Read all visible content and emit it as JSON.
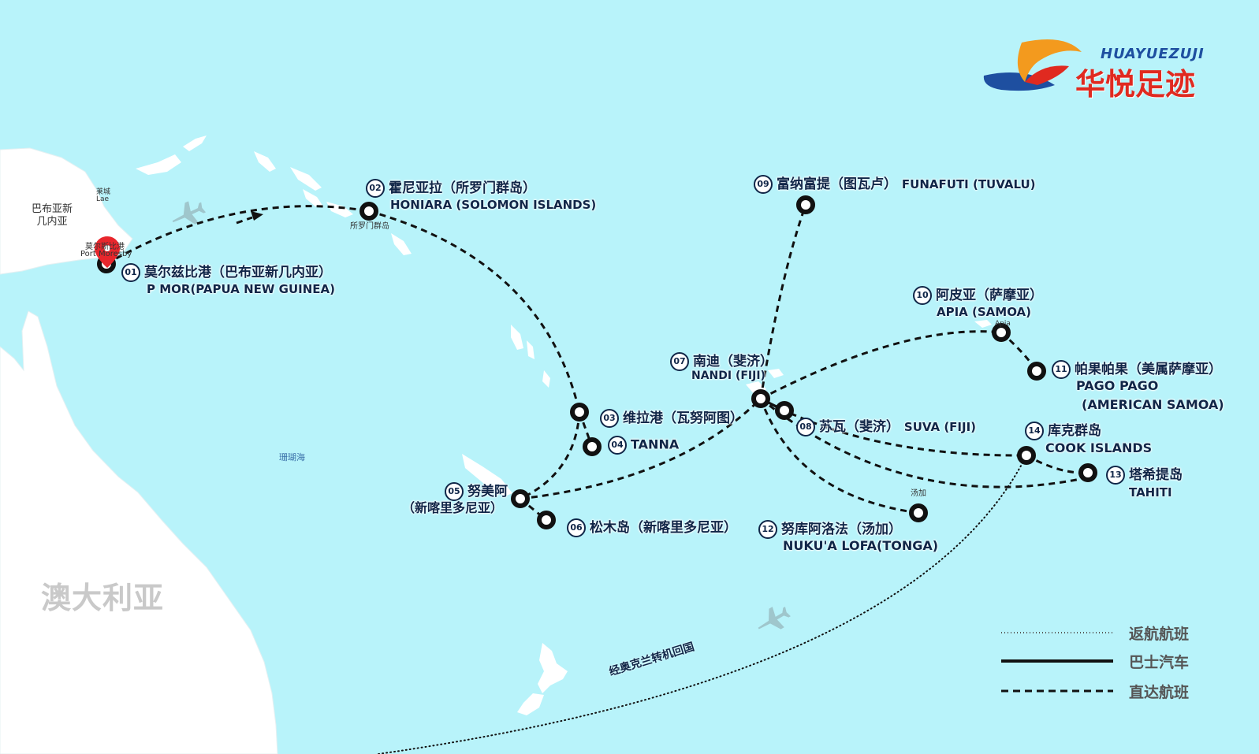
{
  "logo": {
    "en": "HUAYUEZUJI",
    "zh": "华悦足迹",
    "colors": {
      "orange": "#f39a1e",
      "blue": "#1e4fa0",
      "red": "#e02a20"
    }
  },
  "colors": {
    "sea": "#b8f3fa",
    "land": "#ffffff",
    "route": "#111111",
    "label": "#102648",
    "pin": "#e8262c"
  },
  "map_labels": {
    "png": "巴布亚新\n几内亚",
    "lae_zh": "莱城",
    "lae_en": "Lae",
    "pm_zh": "莫尔斯比港",
    "pm_en": "Port Moresby",
    "coral_sea": "珊瑚海",
    "solomon_zh": "所罗门群岛",
    "apia_small": "Apia",
    "tonga_small": "汤加",
    "australia": "澳大利亚",
    "route_note": "经奥克兰转机回国"
  },
  "stops": [
    {
      "num": "01",
      "zh": "莫尔兹比港（巴布亚新几内亚）",
      "en": "P MOR(PAPUA NEW GUINEA)"
    },
    {
      "num": "02",
      "zh": "霍尼亚拉（所罗门群岛）",
      "en": "HONIARA (SOLOMON ISLANDS)"
    },
    {
      "num": "03",
      "zh": "维拉港（瓦努阿图）",
      "en": ""
    },
    {
      "num": "04",
      "zh": "",
      "en": "TANNA"
    },
    {
      "num": "05",
      "zh": "努美阿",
      "en": "（新喀里多尼亚）"
    },
    {
      "num": "06",
      "zh": "松木岛（新喀里多尼亚）",
      "en": ""
    },
    {
      "num": "07",
      "zh": "南迪（斐济）",
      "en": "NANDI (FIJI)"
    },
    {
      "num": "08",
      "zh": "苏瓦（斐济）",
      "en": "SUVA (FIJI)"
    },
    {
      "num": "09",
      "zh": "富纳富提（图瓦卢）",
      "en": "FUNAFUTI (TUVALU)"
    },
    {
      "num": "10",
      "zh": "阿皮亚（萨摩亚）",
      "en": "APIA (SAMOA)"
    },
    {
      "num": "11",
      "zh": "帕果帕果（美属萨摩亚）",
      "en": "PAGO PAGO",
      "en2": "(AMERICAN SAMOA)"
    },
    {
      "num": "12",
      "zh": "努库阿洛法（汤加）",
      "en": "NUKU'A LOFA(TONGA)"
    },
    {
      "num": "13",
      "zh": "塔希提岛",
      "en": "TAHITI"
    },
    {
      "num": "14",
      "zh": "库克群岛",
      "en": "COOK ISLANDS"
    }
  ],
  "legend": [
    {
      "style": "dotted",
      "label": "返航航班"
    },
    {
      "style": "solid",
      "label": "巴士汽车"
    },
    {
      "style": "dashed",
      "label": "直达航班"
    }
  ]
}
